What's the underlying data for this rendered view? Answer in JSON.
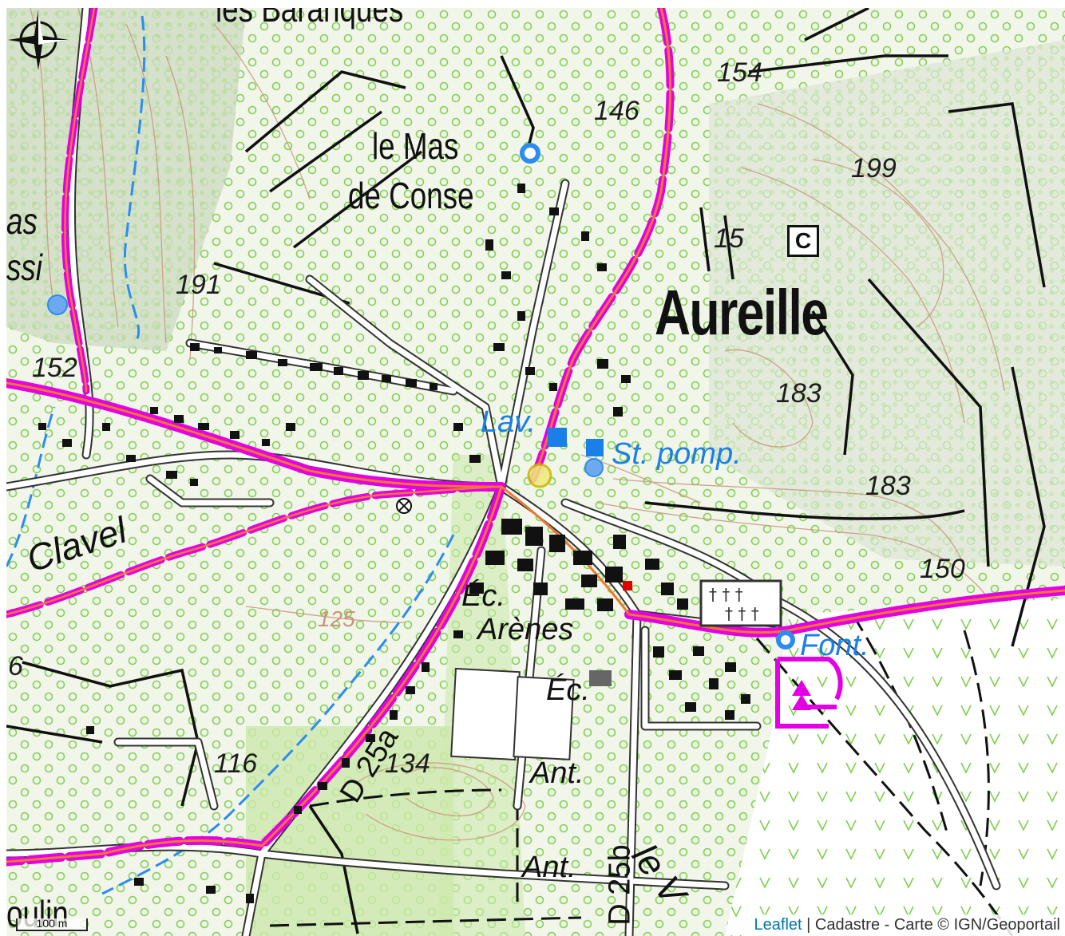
{
  "map": {
    "colors": {
      "forest": "#d9ebc3",
      "forest_dot": "#7bd04a",
      "contour": "#c9957a",
      "road_pink": "#e400e4",
      "road_orange": "#ee7733",
      "water": "#2d8cf0",
      "building": "#111111",
      "road_white": "#ffffff",
      "road_edge": "#333333"
    },
    "labels": {
      "top_cut": "les Baranques",
      "mas_left": "as",
      "issi_left": "ssi",
      "le_mas": "le Mas",
      "de_conse": "de Conse",
      "town": "Aureille",
      "clavel": "Clavel",
      "arenes": "Arènes",
      "ec1": "Éc.",
      "ec2": "Éc.",
      "ant1": "Ant.",
      "ant2": "Ant.",
      "lav": "Lav.",
      "st_pomp": "St. pomp.",
      "font": "Font.",
      "moulin": "oulin",
      "le_v": "le V",
      "road_d25a": "D 25a",
      "road_d25b": "D 25b",
      "camping": "C"
    },
    "altitudes": {
      "a154": "154",
      "a146": "146",
      "a199": "199",
      "a15": "15",
      "a191": "191",
      "a152": "152",
      "a183a": "183",
      "a183b": "183",
      "a150": "150",
      "a125": "125",
      "a116": "116",
      "a134": "134",
      "a6": "6"
    },
    "icons": {
      "compass": "compass-rose-icon",
      "camping": "camping-icon",
      "fountain": "water-point-icon",
      "church": "church-icon"
    }
  },
  "scale": {
    "label": "100 m"
  },
  "attribution": {
    "leaflet": "Leaflet",
    "text": " | Cadastre - Carte © IGN/Geoportail"
  }
}
